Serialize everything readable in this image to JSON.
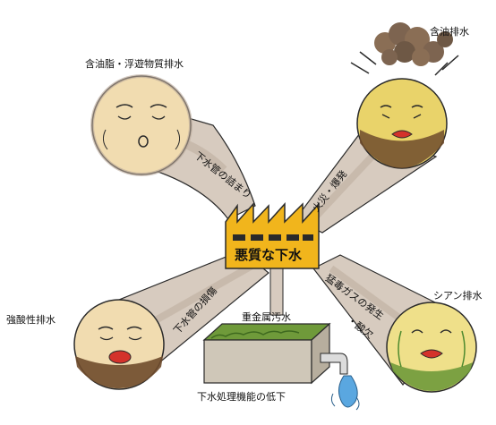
{
  "labels": {
    "oil_grease": "含油脂・浮遊物質排水",
    "oil_drain": "含油排水",
    "strong_acid": "強酸性排水",
    "cyanide": "シアン排水",
    "heavy_metal": "重金属汚水",
    "treatment_decline": "下水処理機能の低下"
  },
  "pipe_labels": {
    "clog": "下水管の詰まり",
    "fire_explosion": "火災・爆発",
    "damage": "下水管の損傷",
    "toxic_gas": "猛毒ガスの発生",
    "oxygen_lack": "・酸欠"
  },
  "factory": {
    "sign": "悪質な下水"
  },
  "colors": {
    "pipe": "#d7cbbf",
    "pipe_shade": "#b9a999",
    "factory": "#f1b51c",
    "outline": "#2a2a2a",
    "face_bg": "#f1dcb0",
    "sludge": "#6f4b2c",
    "green_sludge": "#6f9a3a",
    "water": "#5aa7e0",
    "smoke": "#8a6e55"
  },
  "icons": [
    "factory-icon",
    "face-icon",
    "smoke-icon",
    "tank-icon",
    "faucet-icon",
    "water-splash-icon"
  ]
}
